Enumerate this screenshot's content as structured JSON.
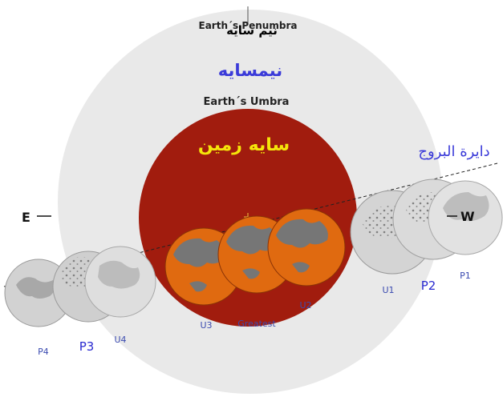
{
  "labels": {
    "penumbra_en": "Earth´s Penumbra",
    "penumbra_fa_top": "نیم سایه",
    "penumbra_fa": "نیمسایه",
    "umbra_en": "Earth´s Umbra",
    "umbra_fa": "سایه زمین",
    "ecliptic_fa": "دایرة البروج",
    "east": "E",
    "west": "W",
    "greatest": "Greatest",
    "p1": "P1",
    "p2": "P2",
    "p3": "P3",
    "p4": "P4",
    "u1": "U1",
    "u2": "U2",
    "u3": "U3",
    "u4": "U4"
  },
  "colors": {
    "penumbra": "#e9e9e9",
    "umbra": "#a11c0e",
    "eclipsed_moon": "#e06a10",
    "moon_gray": "#bdbdbd",
    "blue_text": "#3b3bd9",
    "yellow_text": "#f5e60a"
  }
}
